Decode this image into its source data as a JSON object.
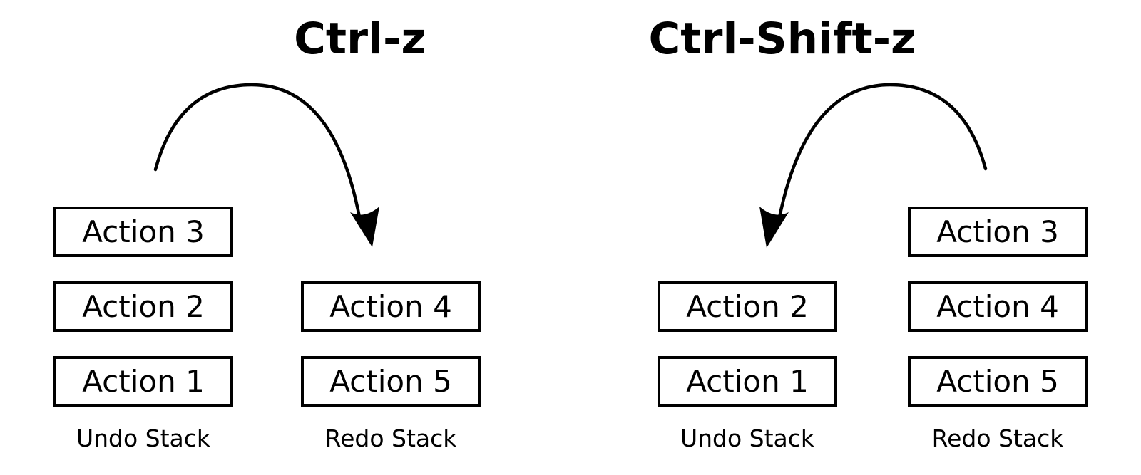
{
  "colors": {
    "ink": "#000000",
    "background": "#ffffff"
  },
  "panels": [
    {
      "title": "Ctrl-z",
      "undo_stack": {
        "label": "Undo Stack",
        "items": [
          "Action 3",
          "Action 2",
          "Action 1"
        ]
      },
      "redo_stack": {
        "label": "Redo Stack",
        "items": [
          "Action 4",
          "Action 5"
        ]
      },
      "arrow": {
        "from": "undo-stack-top",
        "to": "redo-stack-top",
        "direction": "left-to-right"
      }
    },
    {
      "title": "Ctrl-Shift-z",
      "undo_stack": {
        "label": "Undo Stack",
        "items": [
          "Action 2",
          "Action 1"
        ]
      },
      "redo_stack": {
        "label": "Redo Stack",
        "items": [
          "Action 3",
          "Action 4",
          "Action 5"
        ]
      },
      "arrow": {
        "from": "redo-stack-top",
        "to": "undo-stack-top",
        "direction": "right-to-left"
      }
    }
  ]
}
